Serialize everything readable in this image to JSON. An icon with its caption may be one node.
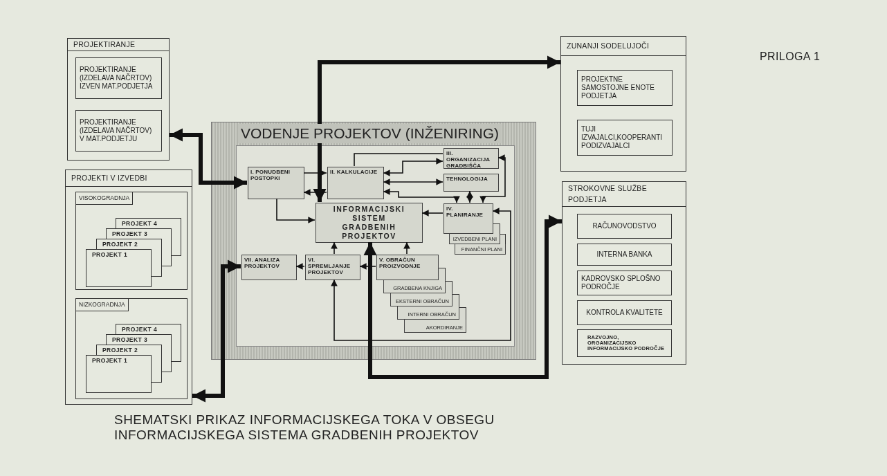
{
  "diagram": {
    "caption": "SHEMATSKI PRIKAZ INFORMACIJSKEGA TOKA V OBSEGU INFORMACIJSKEGA SISTEMA GRADBENIH PROJEKTOV",
    "nodes": [
      {
        "text": [
          "PROJEKTIRANJE"
        ]
      },
      {
        "text": [
          "PROJEKTIRANJE (IZDELAVA NAČRTOV) IZVEN MAT.PODJETJA"
        ],
        "in": 0
      },
      {
        "text": [
          "PROJEKTIRANJE (IZDELAVA NAČRTOV) V MAT.PODJETJU"
        ],
        "in": 0
      },
      {
        "text": [
          "PROJEKTI V IZVEDBI"
        ]
      },
      {
        "text": [
          "VISOKOGRADNJA"
        ],
        "in": 3
      },
      {
        "text": [
          "PROJEKT 4"
        ],
        "in": 4
      },
      {
        "text": [
          "PROJEKT 3"
        ],
        "in": 4
      },
      {
        "text": [
          "PROJEKT 2"
        ],
        "in": 4
      },
      {
        "text": [
          "PROJEKT 1"
        ],
        "in": 4
      },
      {
        "text": [
          "NIZKOGRADNJA"
        ],
        "in": 3
      },
      {
        "text": [
          "PROJEKT 4"
        ],
        "in": 9
      },
      {
        "text": [
          "PROJEKT 3"
        ],
        "in": 9
      },
      {
        "text": [
          "PROJEKT 2"
        ],
        "in": 9
      },
      {
        "text": [
          "PROJEKT 1"
        ],
        "in": 9
      },
      {
        "text": [
          "VODENJE PROJEKTOV (INŽENIRING)"
        ]
      },
      {
        "text": [
          "I. PONUDBENI POSTOPKI"
        ],
        "in": 14
      },
      {
        "text": [
          "II. KALKULACIJE"
        ],
        "in": 14
      },
      {
        "text": [
          "III. ORGANIZACIJA GRADBIŠČA"
        ],
        "in": 14
      },
      {
        "text": [
          "TEHNOLOGIJA"
        ],
        "in": 14
      },
      {
        "text": [
          "INFORMACIJSKI SISTEM GRADBENIH PROJEKTOV"
        ],
        "in": 14
      },
      {
        "text": [
          "IV. PLANIRANJE"
        ],
        "in": 14
      },
      {
        "text": [
          "IZVEDBENI PLANI"
        ],
        "in": 14
      },
      {
        "text": [
          "FINANČNI PLANI"
        ],
        "in": 14
      },
      {
        "text": [
          "VII. ANALIZA PROJEKTOV"
        ],
        "in": 14
      },
      {
        "text": [
          "VI. SPREMLJANJE PROJEKTOV"
        ],
        "in": 14
      },
      {
        "text": [
          "V. OBRAČUN PROIZVODNJE"
        ],
        "in": 14
      },
      {
        "text": [
          "GRADBENA KNJIGA"
        ],
        "in": 14
      },
      {
        "text": [
          "EKSTERNI OBRAČUN"
        ],
        "in": 14
      },
      {
        "text": [
          "INTERNI OBRAČUN"
        ],
        "in": 14
      },
      {
        "text": [
          "AKORDIRANJE"
        ],
        "in": 14
      },
      {
        "text": [
          "ZUNANJI SODELUJOČI"
        ]
      },
      {
        "text": [
          "PROJEKTNE SAMOSTOJNE ENOTE PODJETJA"
        ],
        "in": 30
      },
      {
        "text": [
          "TUJI IZVAJALCI,KOOPERANTI PODIZVAJALCI"
        ],
        "in": 30
      },
      {
        "text": [
          "STROKOVNE SLUŽBE PODJETJA"
        ]
      },
      {
        "text": [
          "RAČUNOVODSTVO"
        ],
        "in": 33
      },
      {
        "text": [
          "INTERNA BANKA"
        ],
        "in": 33
      },
      {
        "text": [
          "KADROVSKO SPLOŠNO PODROČJE"
        ],
        "in": 33
      },
      {
        "text": [
          "KONTROLA KVALITETE"
        ],
        "in": 33
      },
      {
        "text": [
          "RAZVOJNO, ORGANIZACIJSKO INFORMACIJSKO PODROČJE"
        ],
        "in": 33
      }
    ],
    "edges": [
      {
        "from": 19,
        "to": 30,
        "arrow": "both",
        "style": "thick"
      },
      {
        "from": 0,
        "to": 15,
        "arrow": "both",
        "style": "thick"
      },
      {
        "from": 3,
        "to": 23,
        "arrow": "both",
        "style": "thick"
      },
      {
        "from": 19,
        "to": 33,
        "arrow": "both",
        "style": "thick"
      },
      {
        "from": 15,
        "to": 16,
        "arrow": "to"
      },
      {
        "from": 16,
        "to": 15,
        "arrow": "to"
      },
      {
        "from": 15,
        "to": 19,
        "arrow": "to"
      },
      {
        "from": 16,
        "to": 17,
        "arrow": "none"
      },
      {
        "from": 16,
        "to": 17,
        "arrow": "both"
      },
      {
        "from": 16,
        "to": 18,
        "arrow": "both"
      },
      {
        "from": 16,
        "to": 20,
        "arrow": "both"
      },
      {
        "from": 18,
        "to": 20,
        "arrow": "both"
      },
      {
        "from": 17,
        "to": 20,
        "arrow": "both"
      },
      {
        "from": 20,
        "to": 19,
        "arrow": "to"
      },
      {
        "from": 20,
        "to": 24,
        "arrow": "both"
      },
      {
        "from": 24,
        "to": 19,
        "arrow": "to"
      },
      {
        "from": 25,
        "to": 19,
        "arrow": "to"
      },
      {
        "from": 24,
        "to": 23,
        "arrow": "to"
      },
      {
        "from": 25,
        "to": 24,
        "arrow": "to"
      }
    ],
    "labels": [
      "PRILOGA 1"
    ]
  }
}
